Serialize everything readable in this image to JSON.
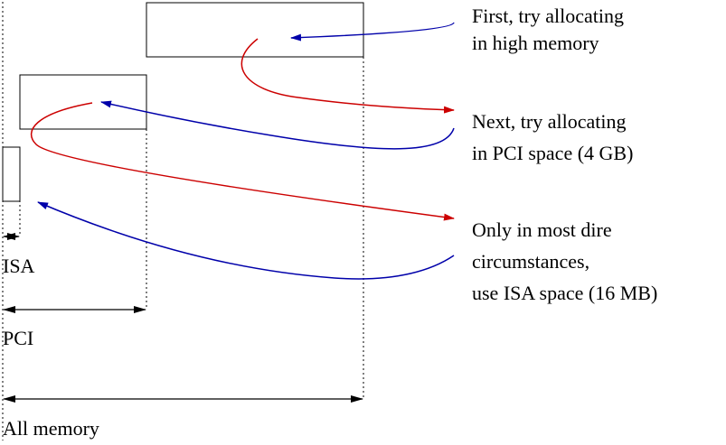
{
  "annotations": {
    "high": [
      "First, try allocating",
      "in high memory"
    ],
    "pci": [
      "Next, try allocating",
      "in PCI space (4 GB)"
    ],
    "isa": [
      "Only in most dire",
      "circumstances,",
      "use ISA space (16 MB)"
    ]
  },
  "ranges": {
    "isa": "ISA",
    "pci": "PCI",
    "all": "All memory"
  },
  "colors": {
    "outline": "#000000",
    "fallback_arrow": "#cc0000",
    "request_arrow": "#0000aa"
  }
}
